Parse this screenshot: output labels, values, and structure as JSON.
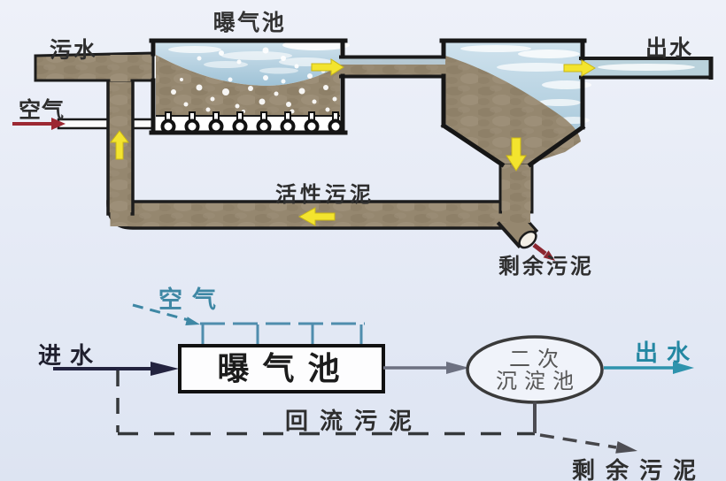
{
  "colors": {
    "background": "#e7ecf6",
    "sludge_brown": "#95876f",
    "water_blue": "#b9d2e0",
    "flow_arrow_yellow": "#f3e42e",
    "air_arrow_red": "#9c2832",
    "air_teal": "#3e87a4",
    "influent_arrow_navy": "#23233f",
    "connector_gray": "#6d7181"
  },
  "top_diagram": {
    "labels": {
      "aeration_tank": "曝气池",
      "influent": "污水",
      "air": "空气",
      "effluent": "出水",
      "activated_sludge": "活性污泥",
      "excess_sludge": "剩余污泥"
    }
  },
  "bottom_diagram": {
    "labels": {
      "air": "空气",
      "influent": "进水",
      "aeration_tank": "曝气池",
      "secondary_tank_line1": "二次",
      "secondary_tank_line2": "沉淀池",
      "effluent": "出水",
      "return_sludge": "回流污泥",
      "excess_sludge": "剩余污泥"
    }
  }
}
